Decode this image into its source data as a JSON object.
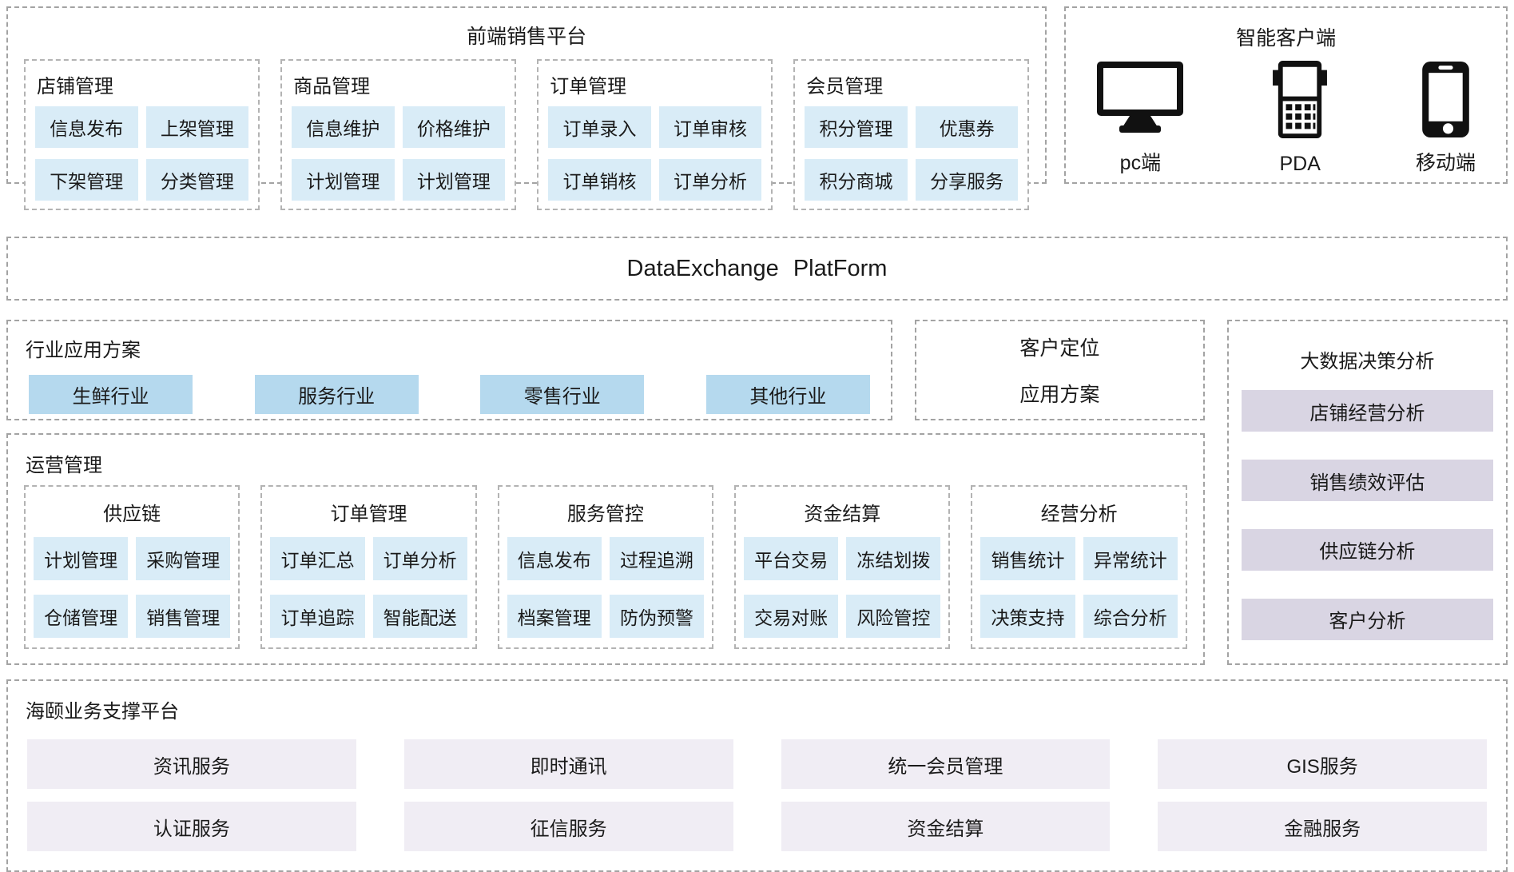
{
  "front_platform": {
    "title": "前端销售平台",
    "groups": [
      {
        "title": "店铺管理",
        "items": [
          "信息发布",
          "上架管理",
          "下架管理",
          "分类管理"
        ]
      },
      {
        "title": "商品管理",
        "items": [
          "信息维护",
          "价格维护",
          "计划管理",
          "计划管理"
        ]
      },
      {
        "title": "订单管理",
        "items": [
          "订单录入",
          "订单审核",
          "订单销核",
          "订单分析"
        ]
      },
      {
        "title": "会员管理",
        "items": [
          "积分管理",
          "优惠券",
          "积分商城",
          "分享服务"
        ]
      }
    ]
  },
  "smart_client": {
    "title": "智能客户端",
    "devices": [
      {
        "label": "pc端",
        "icon": "desktop-monitor-icon"
      },
      {
        "label": "PDA",
        "icon": "pda-device-icon"
      },
      {
        "label": "移动端",
        "icon": "smartphone-icon"
      }
    ]
  },
  "data_exchange": {
    "title": "DataExchange PlatForm"
  },
  "industry_solutions": {
    "title": "行业应用方案",
    "items": [
      "生鲜行业",
      "服务行业",
      "零售行业",
      "其他行业"
    ]
  },
  "customer_positioning": {
    "line1": "客户定位",
    "line2": "应用方案"
  },
  "big_data_analysis": {
    "title": "大数据决策分析",
    "items": [
      "店铺经营分析",
      "销售绩效评估",
      "供应链分析",
      "客户分析"
    ]
  },
  "operations": {
    "title": "运营管理",
    "groups": [
      {
        "title": "供应链",
        "items": [
          "计划管理",
          "采购管理",
          "仓储管理",
          "销售管理"
        ]
      },
      {
        "title": "订单管理",
        "items": [
          "订单汇总",
          "订单分析",
          "订单追踪",
          "智能配送"
        ]
      },
      {
        "title": "服务管控",
        "items": [
          "信息发布",
          "过程追溯",
          "档案管理",
          "防伪预警"
        ]
      },
      {
        "title": "资金结算",
        "items": [
          "平台交易",
          "冻结划拨",
          "交易对账",
          "风险管控"
        ]
      },
      {
        "title": "经营分析",
        "items": [
          "销售统计",
          "异常统计",
          "决策支持",
          "综合分析"
        ]
      }
    ]
  },
  "support_platform": {
    "title": "海颐业务支撑平台",
    "items": [
      "资讯服务",
      "即时通讯",
      "统一会员管理",
      "GIS服务",
      "认证服务",
      "征信服务",
      "资金结算",
      "金融服务"
    ]
  },
  "colors": {
    "chip_blue": "#d9ecf7",
    "industry_button_blue": "#b5d9ee",
    "analysis_chip_lavender": "#d9d5e3",
    "support_box_lavender": "#f0edf4",
    "dashed_border_gray": "#a3a3a3",
    "text": "#1a1a1a"
  }
}
